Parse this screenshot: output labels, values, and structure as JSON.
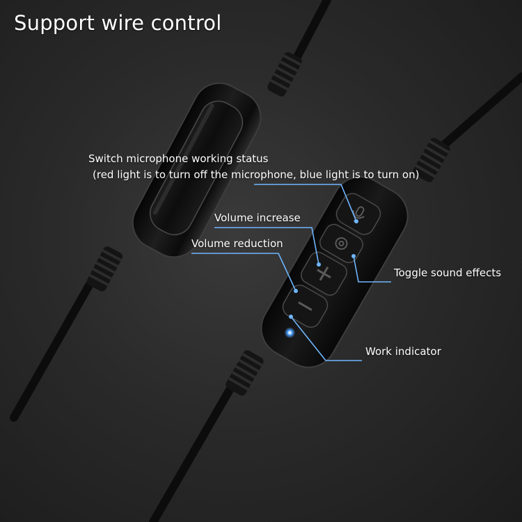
{
  "title": "Support wire control",
  "callouts": {
    "mic_status_line1": "Switch microphone working status",
    "mic_status_line2": "(red light is to turn off the microphone, blue light is to turn on)",
    "volume_increase": "Volume increase",
    "volume_reduction": "Volume reduction",
    "toggle_sound_effects": "Toggle sound effects",
    "work_indicator": "Work indicator"
  },
  "colors": {
    "background": "#2a2a2a",
    "callout_line": "#6fb6ff",
    "indicator_light": "#4da3ff",
    "text": "#ffffff"
  },
  "icons": [
    "plus-icon",
    "minus-icon",
    "microphone-icon",
    "sound-effects-icon"
  ]
}
